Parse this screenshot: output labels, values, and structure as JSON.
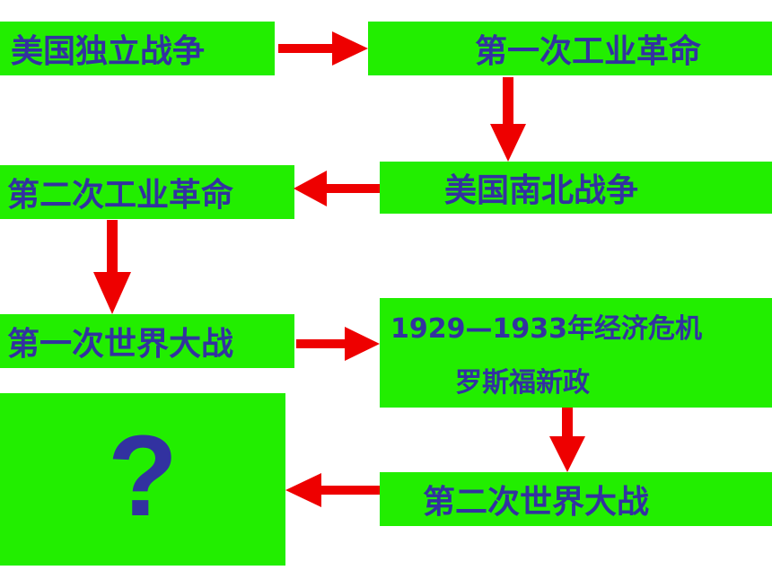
{
  "colors": {
    "box": "#22ee00",
    "text": "#3232a0",
    "arrow": "#ee0000"
  },
  "nodes": {
    "b1": "美国独立战争",
    "b2": "第一次工业革命",
    "b3": "美国南北战争",
    "b4": "第二次工业革命",
    "b5": "第一次世界大战",
    "b6_line1": "1929—1933年经济危机",
    "b6_line2": "罗斯福新政",
    "b7": "第二次世界大战",
    "b8": "?"
  },
  "edges": [
    {
      "from": "美国独立战争",
      "to": "第一次工业革命"
    },
    {
      "from": "第一次工业革命",
      "to": "美国南北战争"
    },
    {
      "from": "美国南北战争",
      "to": "第二次工业革命"
    },
    {
      "from": "第二次工业革命",
      "to": "第一次世界大战"
    },
    {
      "from": "第一次世界大战",
      "to": "1929—1933年经济危机 罗斯福新政"
    },
    {
      "from": "1929—1933年经济危机 罗斯福新政",
      "to": "第二次世界大战"
    },
    {
      "from": "第二次世界大战",
      "to": "?"
    }
  ]
}
